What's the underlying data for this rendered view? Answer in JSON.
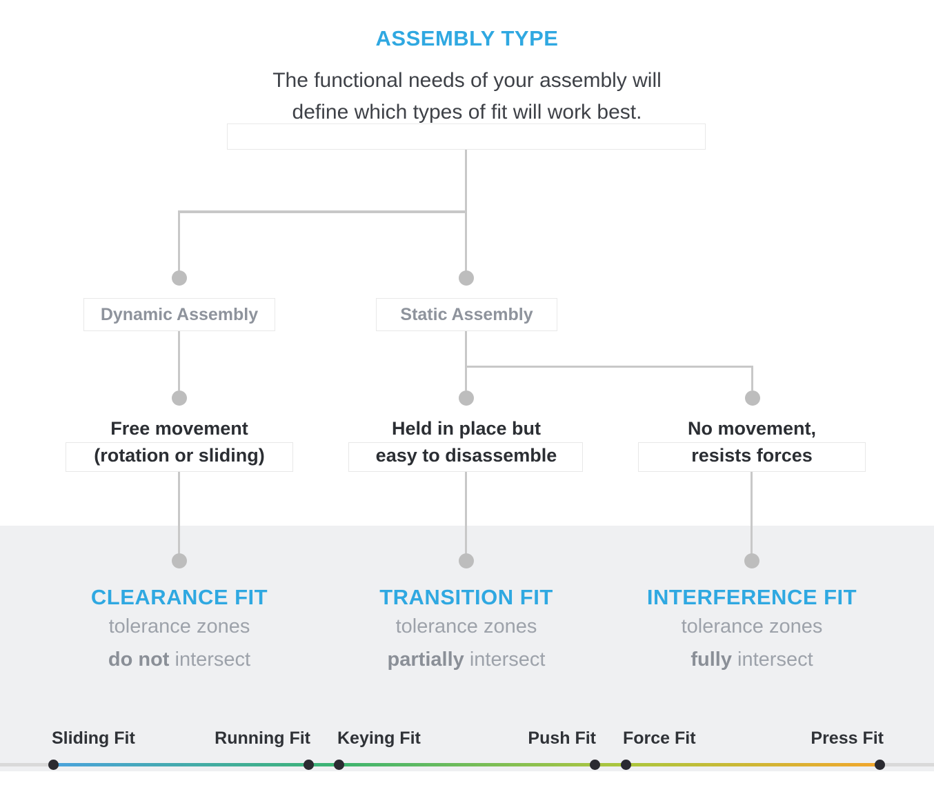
{
  "header": {
    "title": "ASSEMBLY TYPE",
    "subtitle_line1": "The functional needs of your assembly will",
    "subtitle_line2": "define which types of fit will work best."
  },
  "tree": {
    "branches": [
      {
        "label": "Dynamic Assembly"
      },
      {
        "label": "Static Assembly"
      }
    ],
    "conditions": [
      {
        "line1": "Free movement",
        "line2": "(rotation or sliding)"
      },
      {
        "line1": "Held in place but",
        "line2": "easy to disassemble"
      },
      {
        "line1": "No movement,",
        "line2": "resists forces"
      }
    ]
  },
  "fits": [
    {
      "title": "CLEARANCE FIT",
      "desc_line1": "tolerance zones",
      "desc_bold": "do not",
      "desc_rest": "intersect"
    },
    {
      "title": "TRANSITION FIT",
      "desc_line1": "tolerance zones",
      "desc_bold": "partially",
      "desc_rest": "intersect"
    },
    {
      "title": "INTERFERENCE FIT",
      "desc_line1": "tolerance zones",
      "desc_bold": "fully",
      "desc_rest": "intersect"
    }
  ],
  "scale": {
    "labels": [
      "Sliding Fit",
      "Running Fit",
      "Keying Fit",
      "Push Fit",
      "Force Fit",
      "Press Fit"
    ]
  },
  "colors": {
    "accent_blue": "#2FA8E1",
    "band_gray": "#EFF0F2",
    "line_gray": "#C8C8C8",
    "dot_gray": "#BDBDBD",
    "scale_blue": "#4AA3DC",
    "scale_green": "#3EB27D",
    "scale_yellow_green": "#ABC63D",
    "scale_orange": "#F1A72D",
    "scale_end_gray": "#D9D9D9",
    "scale_dot": "#2B2B31"
  }
}
